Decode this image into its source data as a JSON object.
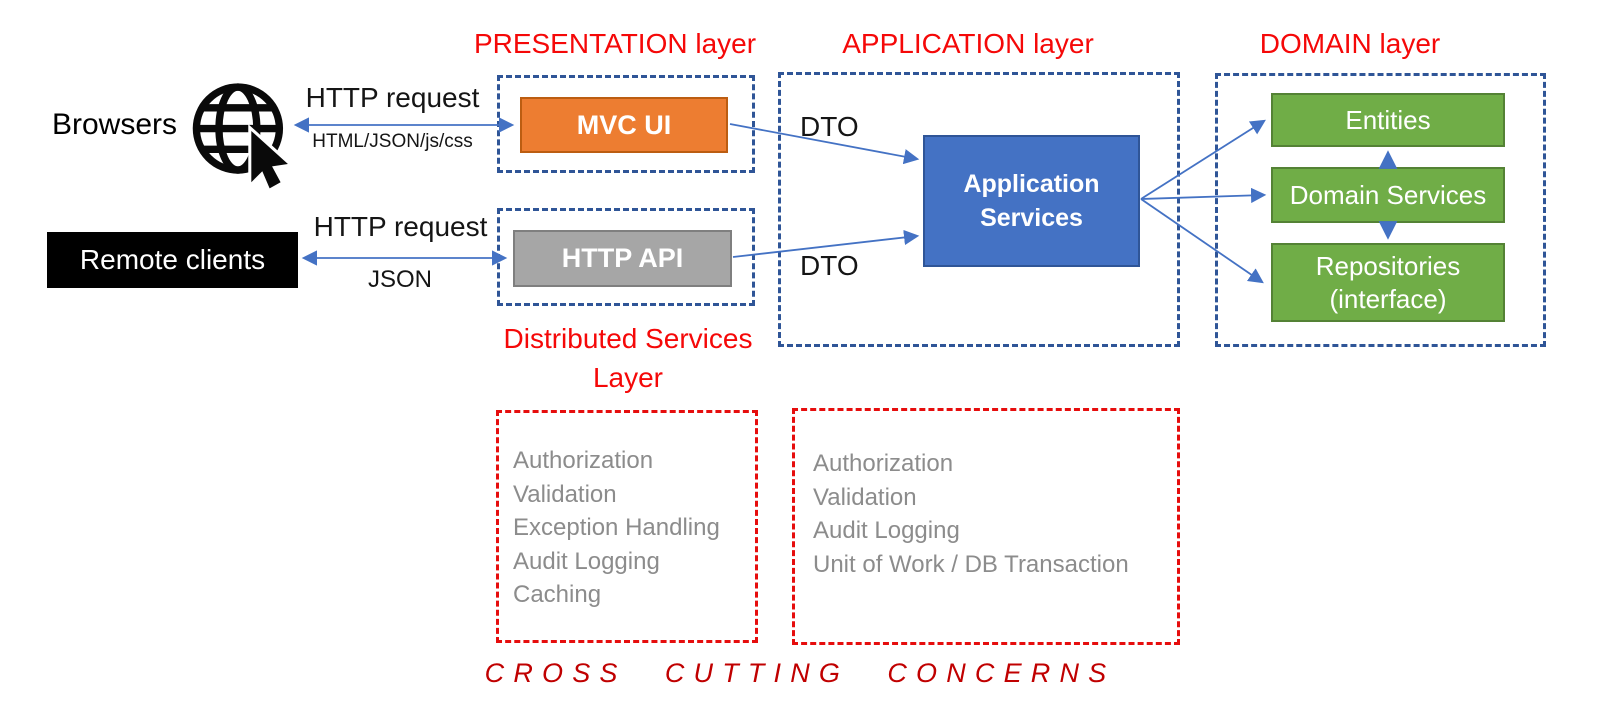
{
  "title_labels": {
    "presentation": "PRESENTATION layer",
    "application": "APPLICATION layer",
    "domain": "DOMAIN layer",
    "distributed_line1": "Distributed Services",
    "distributed_line2": "Layer",
    "cross_cutting": "CROSS CUTTING CONCERNS"
  },
  "actors": {
    "browsers_label": "Browsers",
    "remote_clients_label": "Remote clients"
  },
  "arrows": {
    "browsers_top": "HTTP request",
    "browsers_bottom": "HTML/JSON/js/css",
    "remote_top": "HTTP request",
    "remote_bottom": "JSON",
    "dto_top": "DTO",
    "dto_bottom": "DTO"
  },
  "components": {
    "mvc_ui": "MVC UI",
    "http_api": "HTTP API",
    "application_services_line1": "Application",
    "application_services_line2": "Services",
    "entities": "Entities",
    "domain_services": "Domain Services",
    "repositories_line1": "Repositories",
    "repositories_line2": "(interface)"
  },
  "cross_cutting_concerns": {
    "distributed_services": [
      "Authorization",
      "Validation",
      "Exception Handling",
      "Audit Logging",
      "Caching"
    ],
    "application_layer": [
      "Authorization",
      "Validation",
      "Audit Logging",
      "Unit of Work / DB Transaction"
    ]
  },
  "colors": {
    "red_label": "#F50808",
    "dark_red": "#C00000",
    "dash_blue": "#2F5597",
    "arrow_blue": "#4472C4",
    "orange_fill": "#ED7D31",
    "orange_border": "#BC5D11",
    "gray_fill": "#A6A6A6",
    "gray_border": "#7F7F7F",
    "blue_fill": "#4472C4",
    "blue_border": "#2F5597",
    "green_fill": "#70AD47",
    "green_border": "#548235",
    "list_text": "#8C8C8C",
    "client_box_bg": "#000000"
  }
}
